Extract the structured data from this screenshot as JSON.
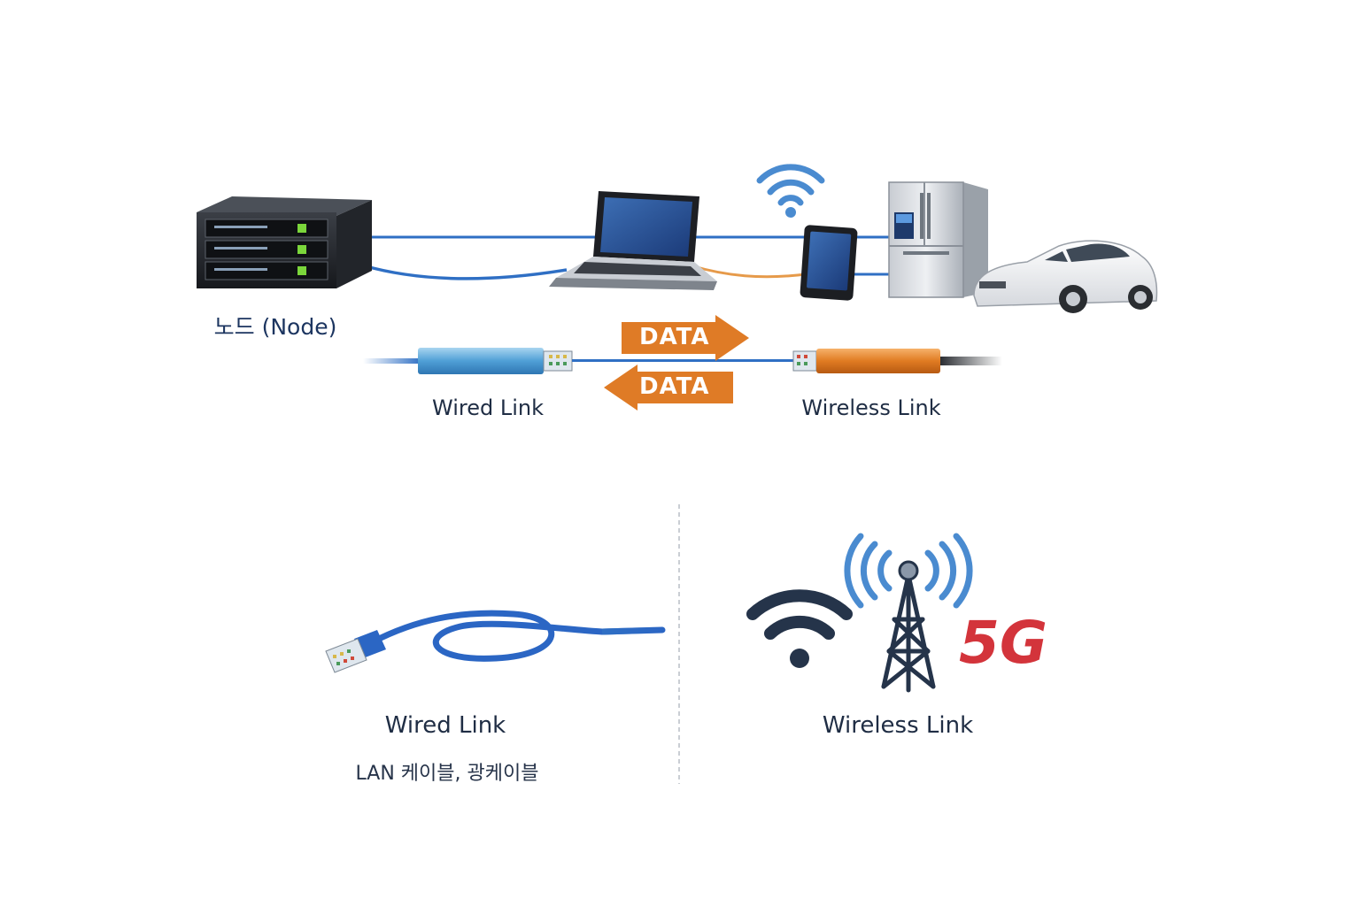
{
  "node": {
    "label": "노드 (Node)"
  },
  "transfer": {
    "arrow_right": "DATA",
    "arrow_left": "DATA",
    "wired_label": "Wired Link",
    "wireless_label": "Wireless Link"
  },
  "wired_panel": {
    "title": "Wired Link",
    "subtitle": "LAN 케이블, 광케이블"
  },
  "wireless_panel": {
    "title": "Wireless Link",
    "badge": "5G"
  },
  "colors": {
    "cable_blue": "#2f6fc4",
    "arrow_orange": "#df7b26",
    "text_dark": "#1f2d44",
    "badge_red": "#d3343b",
    "wifi_blue": "#4a8bd0"
  },
  "icons": [
    "server-icon",
    "laptop-icon",
    "tablet-icon",
    "refrigerator-icon",
    "car-icon",
    "wifi-icon",
    "lan-cable-icon",
    "cell-tower-icon"
  ]
}
